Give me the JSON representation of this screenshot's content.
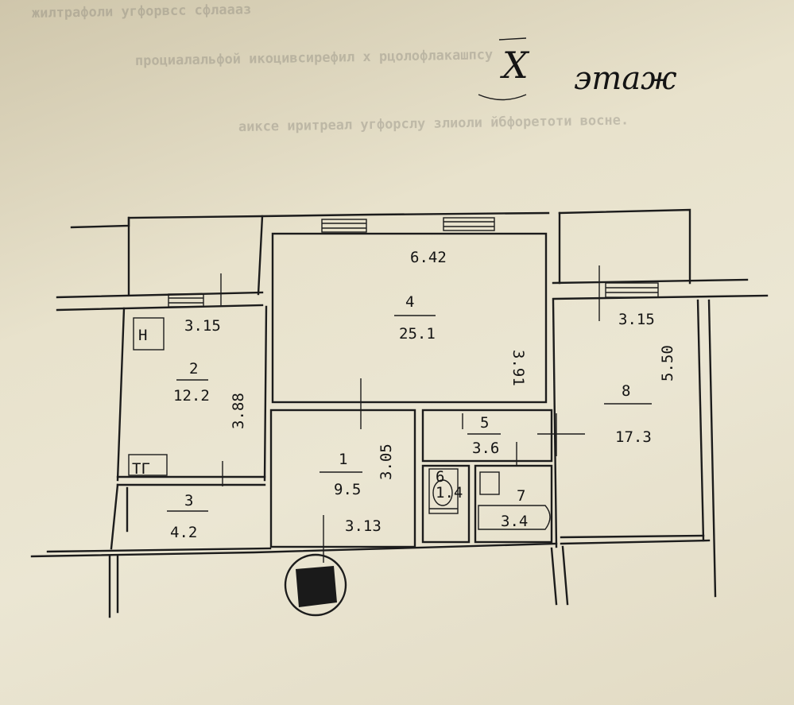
{
  "floor": {
    "numeral": "X",
    "word": "этаж"
  },
  "rooms": [
    {
      "id": "1",
      "area": "9.5"
    },
    {
      "id": "2",
      "area": "12.2"
    },
    {
      "id": "3",
      "area": "4.2"
    },
    {
      "id": "4",
      "area": "25.1"
    },
    {
      "id": "5",
      "area": "3.6"
    },
    {
      "id": "6",
      "area": "1.4"
    },
    {
      "id": "7",
      "area": "3.4"
    },
    {
      "id": "8",
      "area": "17.3"
    }
  ],
  "dimensions": {
    "room4_width": "6.42",
    "room4_depth": "3.91",
    "room2_width": "3.15",
    "room2_depth": "3.88",
    "room1_depth": "3.05",
    "room1_width": "3.13",
    "room8_width": "3.15",
    "room8_depth": "5.50"
  },
  "fixture_symbol": "Н",
  "storage_symbol": "ТГ"
}
